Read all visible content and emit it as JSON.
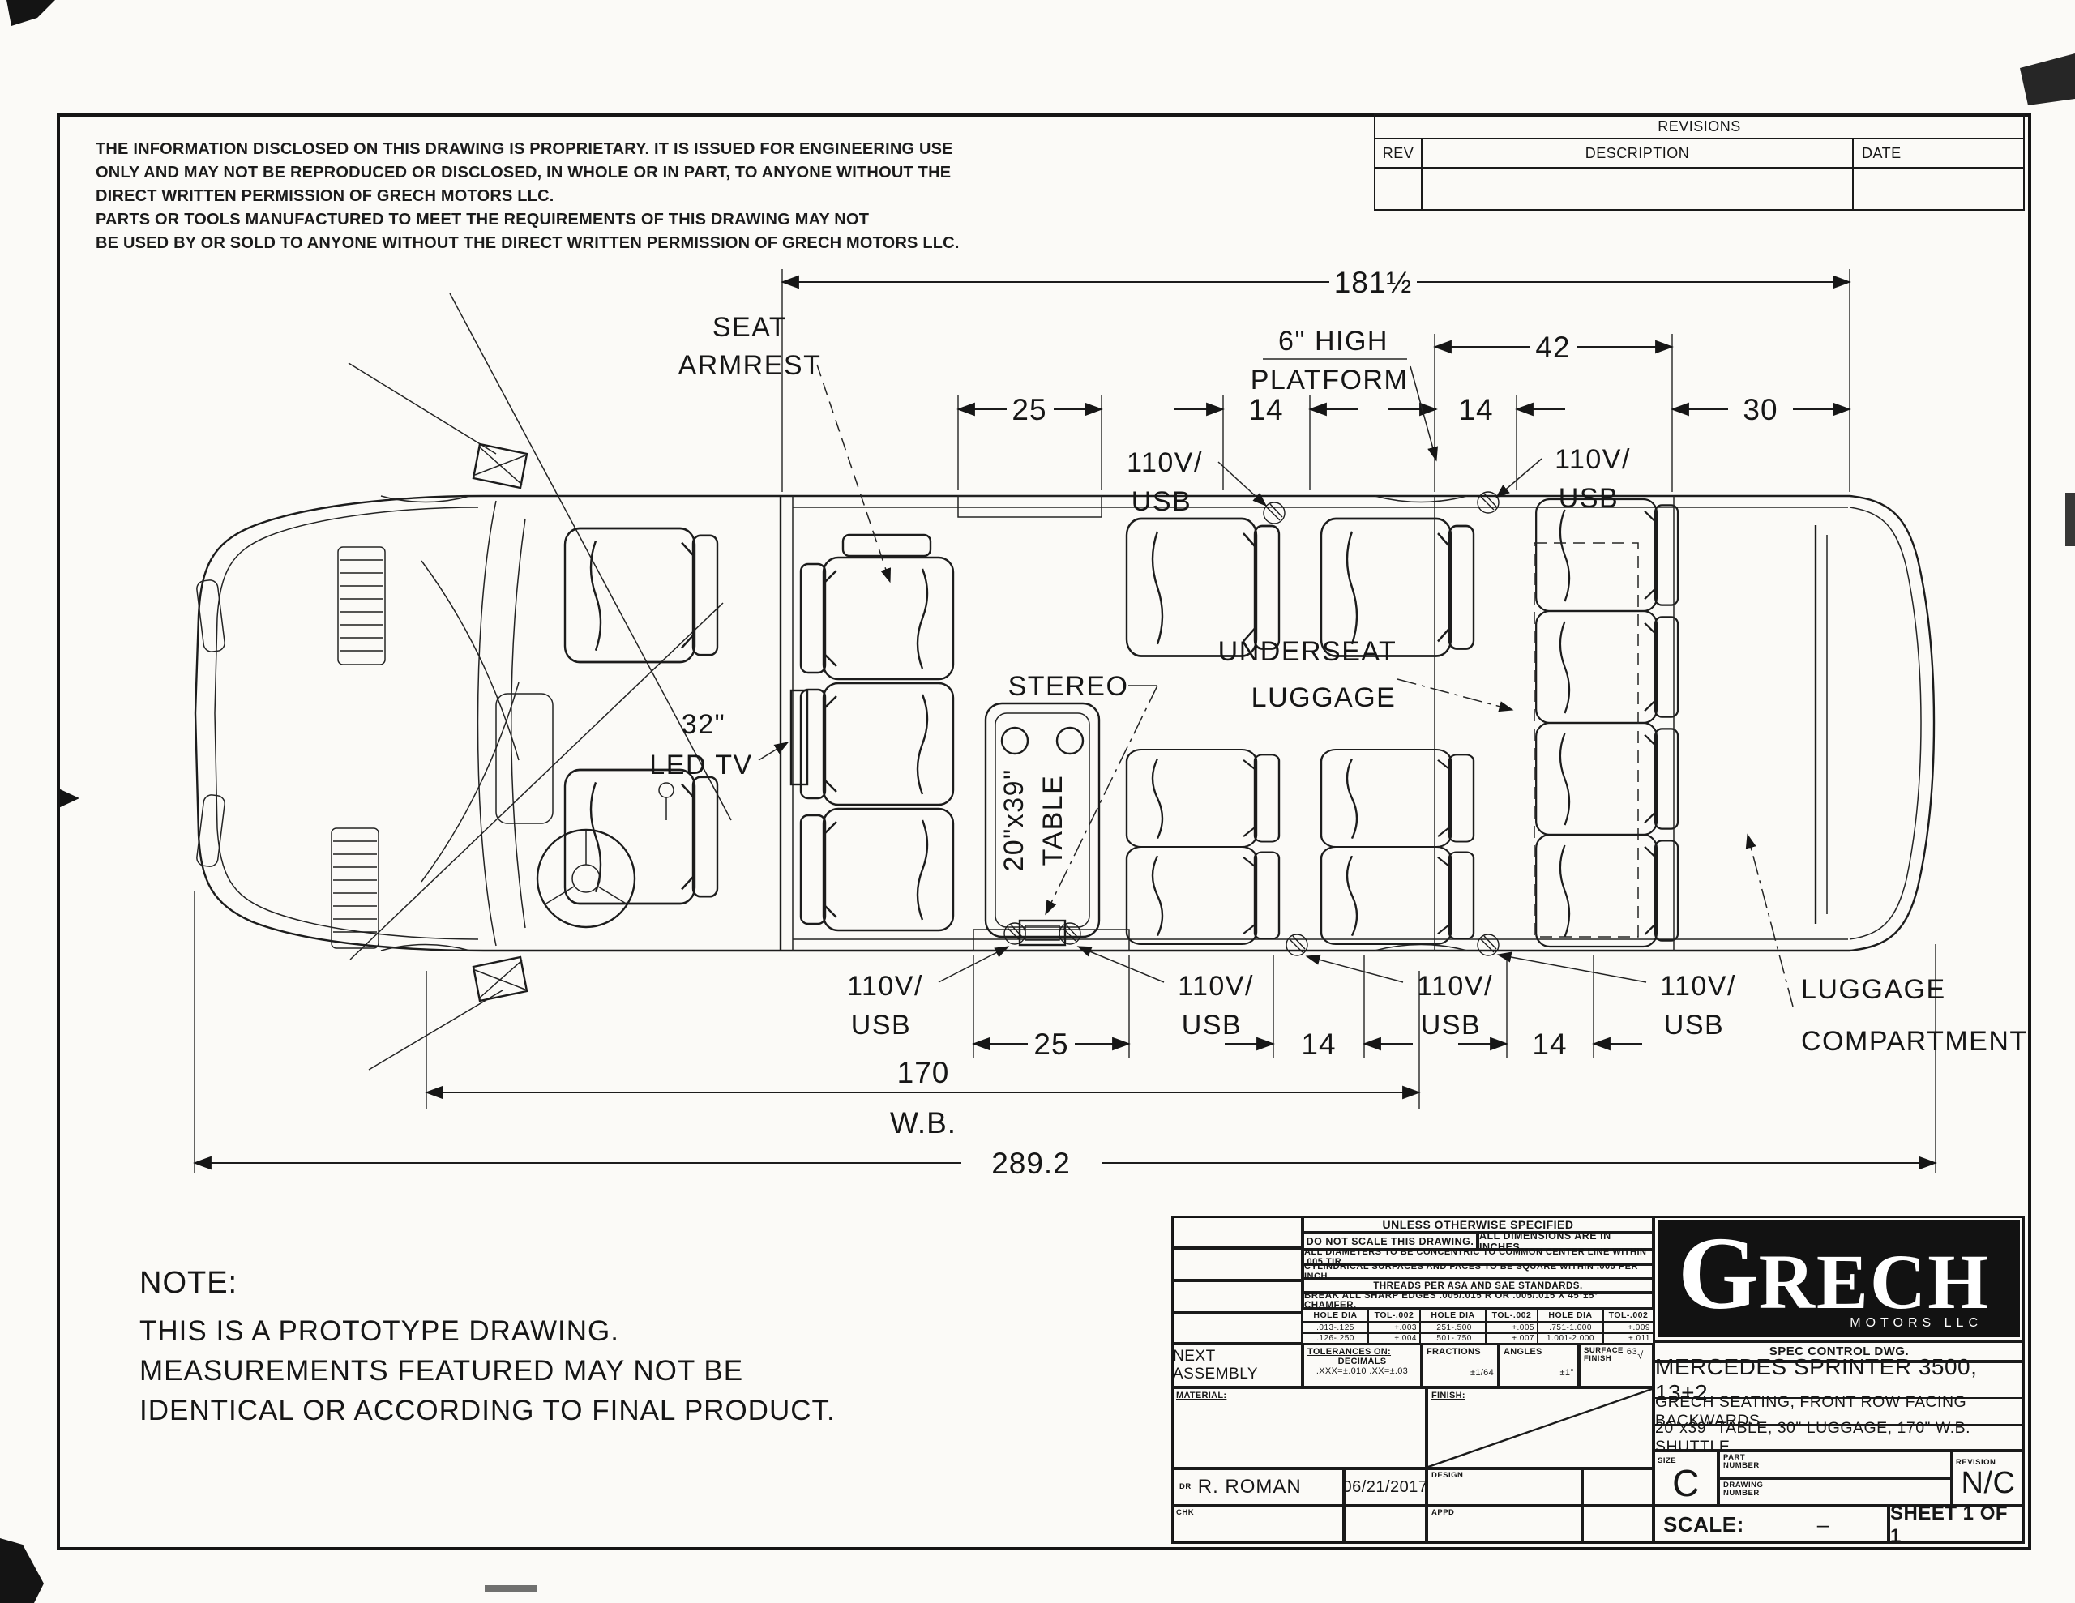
{
  "document": {
    "proprietary_notice": "THE INFORMATION DISCLOSED ON THIS DRAWING IS PROPRIETARY. IT IS ISSUED FOR ENGINEERING USE\nONLY AND MAY NOT BE REPRODUCED OR DISCLOSED, IN WHOLE OR IN PART, TO ANYONE WITHOUT THE\nDIRECT WRITTEN PERMISSION OF GRECH MOTORS LLC.\nPARTS OR TOOLS MANUFACTURED TO MEET THE REQUIREMENTS OF THIS DRAWING MAY NOT\nBE USED BY OR SOLD TO ANYONE WITHOUT THE DIRECT WRITTEN PERMISSION OF GRECH MOTORS LLC.",
    "note_heading": "NOTE:",
    "note_body": "THIS IS A PROTOTYPE DRAWING.\nMEASUREMENTS FEATURED MAY NOT BE\nIDENTICAL OR ACCORDING TO FINAL PRODUCT."
  },
  "revisions": {
    "title": "REVISIONS",
    "rev": "REV",
    "description": "DESCRIPTION",
    "date": "DATE"
  },
  "dims": {
    "total": "181½",
    "platform": "42",
    "top_25": "25",
    "top_14a": "14",
    "top_14b": "14",
    "top_30": "30",
    "bottom_25": "25",
    "bottom_14a": "14",
    "bottom_14b": "14",
    "wheelbase": "170",
    "wheelbase_label": "W.B.",
    "overall_length": "289.2"
  },
  "callouts": {
    "seat_armrest_1": "SEAT",
    "seat_armrest_2": "ARMREST",
    "platform_1": "6\" HIGH",
    "platform_2": "PLATFORM",
    "outlet_1": "110V/",
    "outlet_2": "USB",
    "stereo": "STEREO",
    "underseat_1": "UNDERSEAT",
    "underseat_2": "LUGGAGE",
    "tv_1": "32\"",
    "tv_2": "LED TV",
    "table_1": "20\"x39\"",
    "table_2": "TABLE",
    "luggage_1": "LUGGAGE",
    "luggage_2": "COMPARTMENT"
  },
  "title_block": {
    "unless": "UNLESS OTHERWISE SPECIFIED",
    "do_not_scale": "DO NOT SCALE THIS DRAWING.",
    "dims_in_inches": "ALL DIMENSIONS ARE IN INCHES.",
    "concentric": "ALL DIAMETERS TO BE CONCENTRIC TO COMMON CENTER LINE WITHIN .005 TIR.",
    "square": "CYLINDRICAL SURFACES AND FACES TO BE SQUARE WITHIN .005 PER INCH.",
    "threads": "THREADS PER ASA AND SAE STANDARDS.",
    "break_edges": "BREAK ALL SHARP EDGES .005/.015 R OR .005/.015 X 45°±5° CHAMFER.",
    "hole_dia": "HOLE DIA",
    "tol": "TOL-.002",
    "hole_rows": [
      [
        ".013-.125",
        "+.003",
        ".251-.500",
        "+.005",
        ".751-1.000",
        "+.009"
      ],
      [
        ".126-.250",
        "+.004",
        ".501-.750",
        "+.007",
        "1.001-2.000",
        "+.011"
      ]
    ],
    "next_assembly": "NEXT ASSEMBLY",
    "tolerances_on": "TOLERANCES ON:",
    "decimals": "DECIMALS",
    "decimals_vals": ".XXX=±.010   .XX=±.03",
    "fractions": "FRACTIONS",
    "fractions_val": "±1/64",
    "angles": "ANGLES",
    "angles_val": "±1°",
    "surface_1": "SURFACE",
    "surface_2": "FINISH",
    "surface_val": "63",
    "surface_symbol": "√",
    "material": "MATERIAL:",
    "finish": "FINISH:",
    "dr": "DR",
    "drawn_by": "R. ROMAN",
    "date": "06/21/2017",
    "design": "DESIGN",
    "chk": "CHK",
    "appd": "APPD",
    "logo_initial": "G",
    "logo_rest": "RECH",
    "logo_sub": "MOTORS LLC",
    "spec": "SPEC CONTROL DWG.",
    "title_1": "MERCEDES SPRINTER 3500, 13+2",
    "title_2": "GRECH SEATING, FRONT ROW FACING BACKWARDS",
    "title_3": "20\"x39\" TABLE, 30\" LUGGAGE, 170\" W.B. SHUTTLE",
    "size": "SIZE",
    "size_val": "C",
    "part_1": "PART",
    "part_2": "NUMBER",
    "drawing_1": "DRAWING",
    "drawing_2": "NUMBER",
    "revision": "REVISION",
    "revision_val": "N/C",
    "scale": "SCALE:",
    "scale_val": "–",
    "sheet": "SHEET 1 OF 1"
  }
}
